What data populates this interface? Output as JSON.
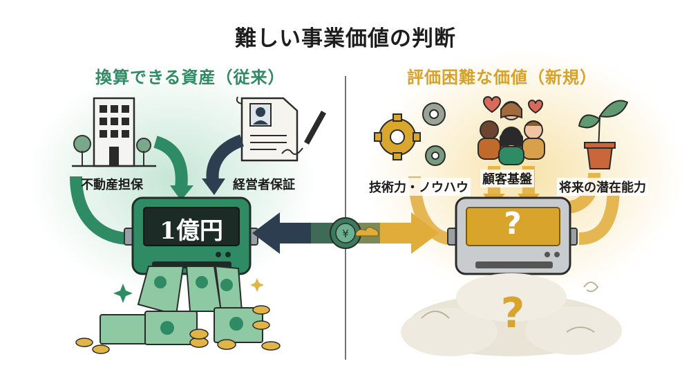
{
  "title": "難しい事業価値の判断",
  "left": {
    "heading": "換算できる資産（従来）",
    "items": [
      "不動産担保",
      "経営者保証"
    ],
    "amount": "1億円"
  },
  "right": {
    "heading": "評価困難な価値（新規）",
    "items": [
      "技術力・ノウハウ",
      "顧客基盤",
      "将来の潜在能力"
    ],
    "display_symbol": "?",
    "cloud_symbol": "?"
  },
  "icons": {
    "building": "office-building-icon",
    "contract": "signed-contract-icon",
    "gears": "gears-icon",
    "people": "customer-group-icon",
    "plant": "potted-plant-icon",
    "exchange": "yen-coin-exchange-icon"
  },
  "colors": {
    "green": "#2e8b63",
    "dark_green": "#1f5a45",
    "navy": "#2c3e4f",
    "gold": "#d8a227",
    "amber": "#e0ac3a"
  }
}
